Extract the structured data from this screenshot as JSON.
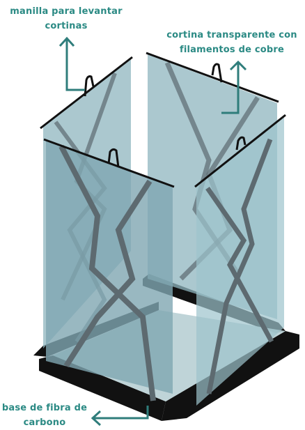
{
  "labels": {
    "handle": "manilla para levantar\ncortinas",
    "curtain": "cortina transparente con\nfilamentos de cobre",
    "base": "base de fibra de\ncarbono"
  },
  "colors": {
    "label_text": "#2b8a84",
    "arrow": "#2f7d7b",
    "frame": "#111111",
    "curtain_front": "#7fa6b1",
    "curtain_back": "#8fb6bf",
    "floor": "#b8cfd4",
    "filament": "#5d6a70"
  },
  "icons": {
    "arrow_handle": "arrow-up-icon",
    "arrow_curtain": "arrow-up-icon",
    "arrow_base": "arrow-left-icon"
  }
}
